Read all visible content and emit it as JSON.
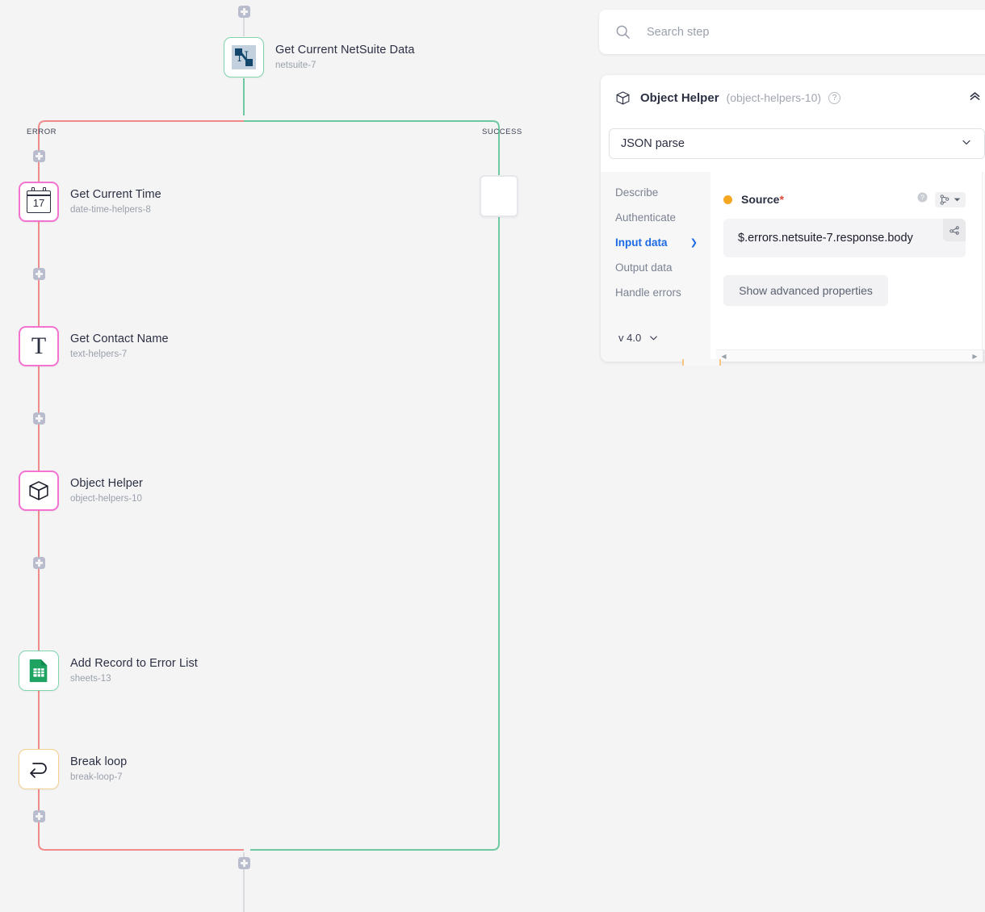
{
  "canvas": {
    "branch_labels": {
      "error": "ERROR",
      "success": "SUCCESS"
    },
    "colors": {
      "error_edge": "#ef8b8b",
      "success_edge": "#6fc9a0",
      "idle_edge": "#d9dade",
      "selected": "#f472d0",
      "accent_blue": "#1c6ae4",
      "warning_dot": "#f5a623"
    },
    "nodes": [
      {
        "title": "Get Current NetSuite Data",
        "id": "netsuite-7",
        "icon": "netsuite-icon",
        "state": "ok"
      },
      {
        "title": "Get Current Time",
        "id": "date-time-helpers-8",
        "icon": "calendar-icon",
        "state": "selected"
      },
      {
        "title": "Get Contact Name",
        "id": "text-helpers-7",
        "icon": "text-t-icon",
        "state": "selected"
      },
      {
        "title": "Object Helper",
        "id": "object-helpers-10",
        "icon": "cube-icon",
        "state": "selected"
      },
      {
        "title": "Add Record to Error List",
        "id": "sheets-13",
        "icon": "google-sheets-icon",
        "state": "ok"
      },
      {
        "title": "Break loop",
        "id": "break-loop-7",
        "icon": "loop-arrow-icon",
        "state": "warning"
      }
    ]
  },
  "search": {
    "placeholder": "Search step",
    "value": ""
  },
  "panel": {
    "step_title": "Object Helper",
    "step_id": "(object-helpers-10)",
    "help_glyph": "?",
    "operation": "JSON parse",
    "tabs": [
      {
        "label": "Describe",
        "active": false
      },
      {
        "label": "Authenticate",
        "active": false
      },
      {
        "label": "Input data",
        "active": true
      },
      {
        "label": "Output data",
        "active": false
      },
      {
        "label": "Handle errors",
        "active": false
      }
    ],
    "version": "v 4.0",
    "fields": [
      {
        "label": "Source",
        "required": "*",
        "value": "$.errors.netsuite-7.response.body"
      }
    ],
    "advanced_button": "Show advanced properties"
  }
}
